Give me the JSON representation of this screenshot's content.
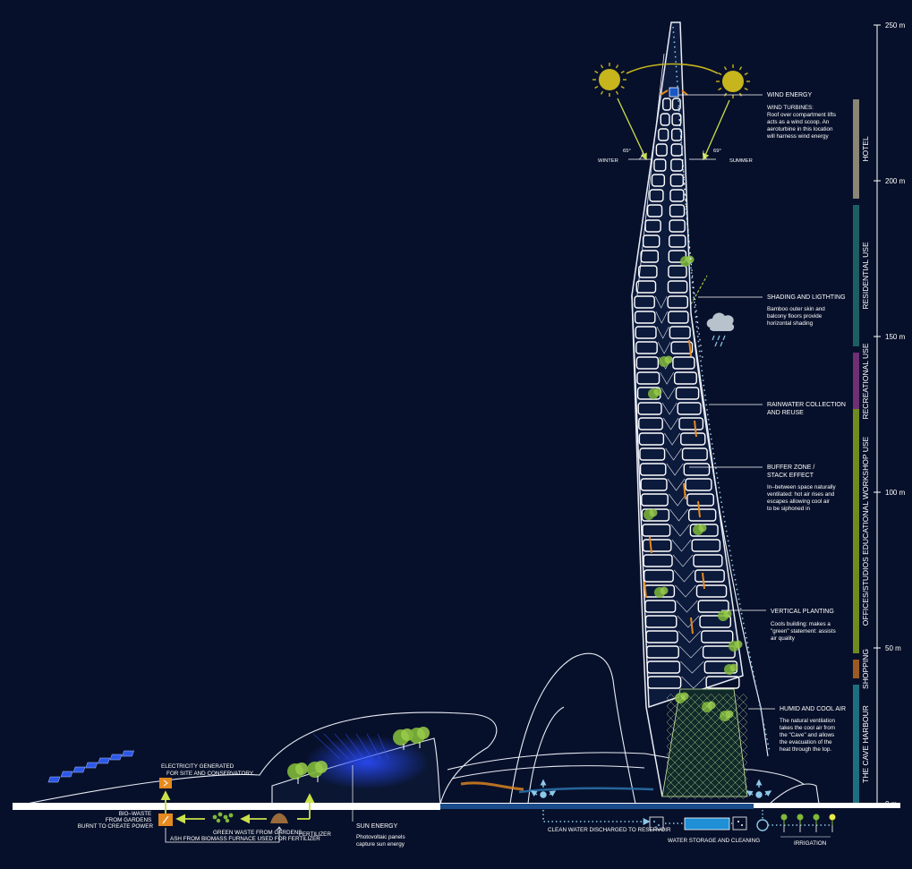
{
  "scale": {
    "unit_ticks": [
      "250 m",
      "200 m",
      "150 m",
      "100 m",
      "50 m",
      "0 m"
    ]
  },
  "zones": [
    {
      "label": "HOTEL",
      "color": "#8a8575"
    },
    {
      "label": "RESIDENTIAL USE",
      "color": "#1d5e63"
    },
    {
      "label": "RECREATIONAL USE",
      "color": "#6e2f73"
    },
    {
      "label": "OFFICES/STUDIOS   EDUCATIONAL WORKSHOP USE",
      "color": "#6f8a1f"
    },
    {
      "label": "SHOPPING",
      "color": "#9a5a22"
    },
    {
      "label": "THE CAVE HARBOUR",
      "color": "#1d6f80"
    }
  ],
  "annotations": {
    "wind": {
      "title": "WIND ENERGY",
      "body": [
        "WIND TURBINES:",
        "Roof over compartment lifts",
        "acts as a wind scoop. An",
        "aeroturbine in this location",
        "will harness wind energy"
      ]
    },
    "shading": {
      "title": "SHADING AND LIGTHTING",
      "body": [
        "Bamboo outer skin and",
        "balcony floors provide",
        "horizontal shading"
      ]
    },
    "rain": {
      "title": [
        "RAINWATER COLLECTION",
        "AND REUSE"
      ]
    },
    "buffer": {
      "title": [
        "BUFFER ZONE /",
        "STACK EFFECT"
      ],
      "body": [
        "In–between space naturally",
        "ventilated: hot air rises and",
        "escapes allowing cool air",
        "to be siphoned in"
      ]
    },
    "planting": {
      "title": "VERTICAL PLANTING",
      "body": [
        "Cools building: makes a",
        "\"green\" statement: assists",
        "air quality"
      ]
    },
    "humid": {
      "title": "HUMID AND COOL AIR",
      "body": [
        "The natural ventilation",
        "takes the cool air from",
        "the \"Cave\" and allows",
        "the evacuation of the",
        "heat  through the top."
      ]
    }
  },
  "sun": {
    "winter_label": "WINTER",
    "summer_label": "SUMMER",
    "winter_angle": "65°",
    "summer_angle": "69°",
    "color": "#c6b51c"
  },
  "ground": {
    "electricity": [
      "ELECTRICITY GENERATED",
      "FOR SITE AND CONSERVATORY"
    ],
    "biowaste": [
      "BIO–WASTE",
      "FROM GARDENS",
      "BURNT TO CREATE POWER"
    ],
    "green_waste": "GREEN WASTE FROM GARDENS",
    "ash": "ASH FROM BIOMASS FURNACE USED FOR FERTILIZER",
    "fertilizer": "FERTILIZER",
    "sun_energy_title": "SUN ENERGY",
    "sun_energy_body": [
      "Photovoltaic panels",
      "capture sun energy"
    ],
    "clean_water": "CLEAN WATER DISCHARGED TO RESERVOIR",
    "water_storage": "WATER STORAGE AND CLEANING",
    "irrigation": "IRRIGATION"
  },
  "colors": {
    "background": "#07102a",
    "accent_orange": "#e58a1f",
    "green_arrow": "#c9e04a",
    "water_blue": "#8ec8ea",
    "tree_green": "#7fb83a"
  }
}
